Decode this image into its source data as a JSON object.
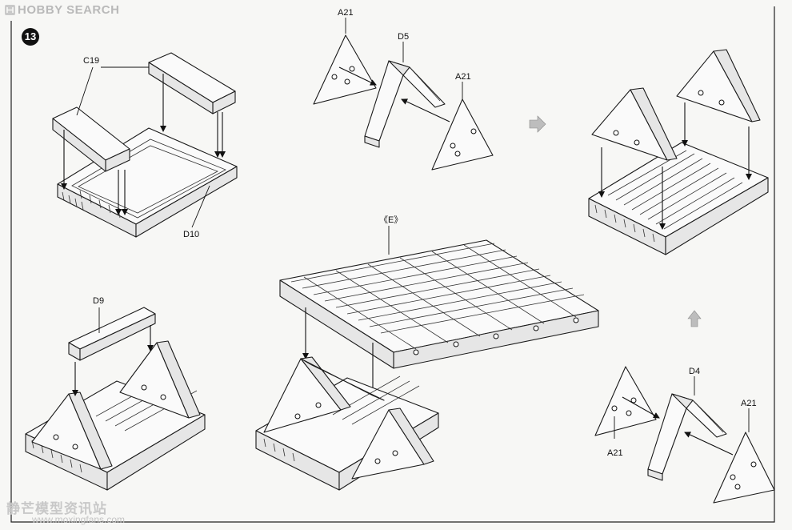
{
  "header": {
    "logo_text": "HOBBY SEARCH",
    "logo_icon": "hobby-search-logo-icon"
  },
  "step": {
    "number": "13"
  },
  "labels": {
    "c19": "C19",
    "d10": "D10",
    "a21_top_left": "A21",
    "d5": "D5",
    "a21_top_right": "A21",
    "e": "《E》",
    "d9": "D9",
    "d4": "D4",
    "a21_bottom_left": "A21",
    "a21_bottom_right": "A21"
  },
  "watermark": {
    "cn_text": "静芒模型资讯站",
    "url": "www.moxingfans.com"
  },
  "colors": {
    "line": "#111111",
    "paper": "#f7f7f5",
    "step_badge": "#111111"
  }
}
